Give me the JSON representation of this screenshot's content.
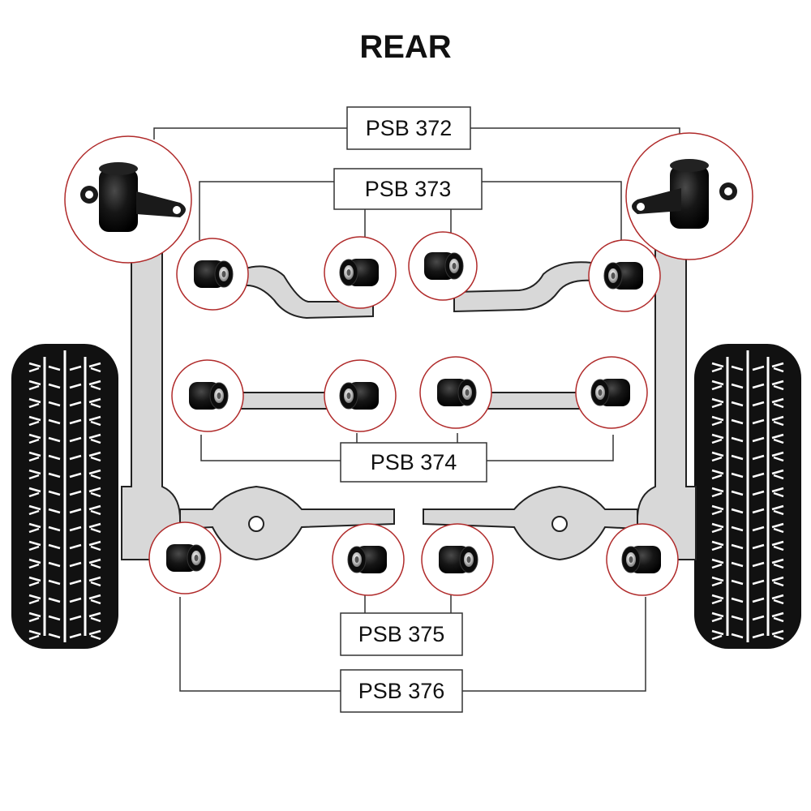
{
  "title": "REAR",
  "part_labels": {
    "psb372": "PSB 372",
    "psb373": "PSB 373",
    "psb374": "PSB 374",
    "psb375": "PSB 375",
    "psb376": "PSB 376"
  },
  "colors": {
    "frame": "#d8d8d8",
    "outline": "#222222",
    "callout_circle": "#b02a2a",
    "bushing": "#141414",
    "leader_line": "#333333",
    "tyre": "#111111"
  }
}
